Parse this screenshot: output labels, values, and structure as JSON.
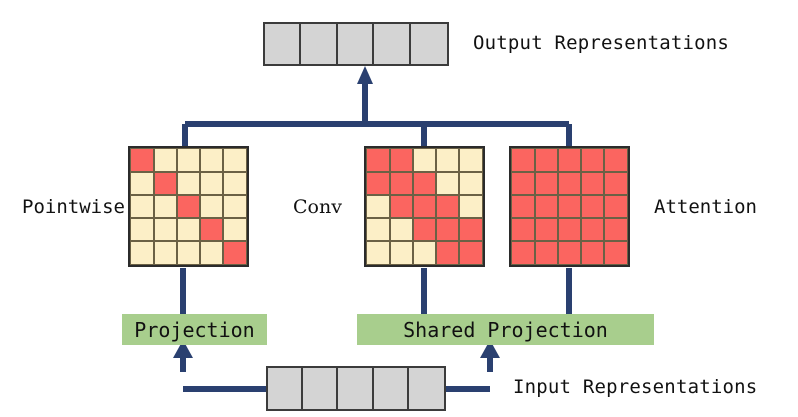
{
  "diagram": {
    "title_nodes": {
      "output_label": "Output Representations",
      "input_label": "Input Representations"
    },
    "branches": [
      {
        "name": "pointwise",
        "label": "Pointwise",
        "label_font": "mono",
        "projection_label": "Projection",
        "matrix": {
          "rows": 5,
          "cols": 5,
          "pattern": "identity",
          "cells": [
            [
              1,
              0,
              0,
              0,
              0
            ],
            [
              0,
              1,
              0,
              0,
              0
            ],
            [
              0,
              0,
              1,
              0,
              0
            ],
            [
              0,
              0,
              0,
              1,
              0
            ],
            [
              0,
              0,
              0,
              0,
              1
            ]
          ]
        }
      },
      {
        "name": "conv",
        "label": "Conv",
        "label_font": "serif",
        "projection_label": "Shared Projection",
        "matrix": {
          "rows": 5,
          "cols": 5,
          "pattern": "banded",
          "cells": [
            [
              1,
              1,
              0,
              0,
              0
            ],
            [
              1,
              1,
              1,
              0,
              0
            ],
            [
              0,
              1,
              1,
              1,
              0
            ],
            [
              0,
              0,
              1,
              1,
              1
            ],
            [
              0,
              0,
              0,
              1,
              1
            ]
          ]
        }
      },
      {
        "name": "attention",
        "label": "Attention",
        "label_font": "mono",
        "projection_label": "Shared Projection",
        "matrix": {
          "rows": 5,
          "cols": 5,
          "pattern": "full",
          "cells": [
            [
              1,
              1,
              1,
              1,
              1
            ],
            [
              1,
              1,
              1,
              1,
              1
            ],
            [
              1,
              1,
              1,
              1,
              1
            ],
            [
              1,
              1,
              1,
              1,
              1
            ],
            [
              1,
              1,
              1,
              1,
              1
            ]
          ]
        }
      }
    ],
    "projections": {
      "left_label": "Projection",
      "shared_label": "Shared Projection"
    },
    "token_bars": {
      "output_cells": 5,
      "input_cells": 5
    },
    "colors": {
      "active_cell": "#FB6560",
      "inactive_cell": "#FCEFC7",
      "token_cell": "#d4d4d4",
      "projection_box": "#A8CE8D",
      "wire": "#2A4070",
      "grid_line": "#6b6145",
      "outer_border": "#2b2b2b"
    }
  }
}
